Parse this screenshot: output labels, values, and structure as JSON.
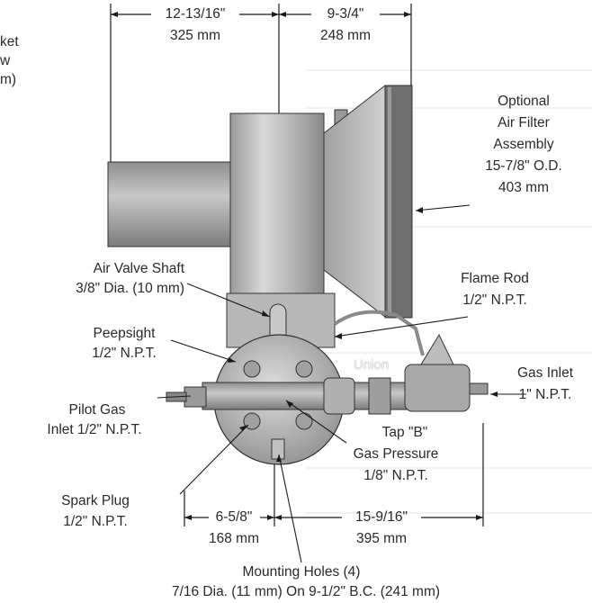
{
  "left_edge_fragment": [
    "ket",
    "w",
    "m)"
  ],
  "dimensions": {
    "top_left": {
      "imperial": "12-13/16\"",
      "metric": "325 mm"
    },
    "top_right": {
      "imperial": "9-3/4\"",
      "metric": "248 mm"
    },
    "bottom_left": {
      "imperial": "6-5/8\"",
      "metric": "168 mm"
    },
    "bottom_right": {
      "imperial": "15-9/16\"",
      "metric": "395 mm"
    }
  },
  "labels": {
    "air_filter": [
      "Optional",
      "Air Filter",
      "Assembly",
      "15-7/8\" O.D.",
      "403 mm"
    ],
    "air_valve_shaft": [
      "Air Valve Shaft",
      "3/8\" Dia. (10 mm)"
    ],
    "flame_rod": [
      "Flame Rod",
      "1/2\" N.P.T."
    ],
    "peepsight": [
      "Peepsight",
      "1/2\" N.P.T."
    ],
    "union": "Union",
    "gas_inlet": [
      "Gas Inlet",
      "1\" N.P.T."
    ],
    "pilot_gas": [
      "Pilot Gas",
      "Inlet 1/2\" N.P.T."
    ],
    "tap_b": [
      "Tap \"B\"",
      "Gas Pressure",
      "1/8\" N.P.T."
    ],
    "spark_plug": [
      "Spark Plug",
      "1/2\" N.P.T."
    ],
    "mounting_holes": [
      "Mounting Holes (4)",
      "7/16 Dia. (11 mm) On 9-1/2\" B.C. (241 mm)"
    ]
  },
  "colors": {
    "ink": "#2a2a2a",
    "line": "#1a1a1a",
    "metal_dark": "#8c8c8c",
    "metal_mid": "#b4b4b4",
    "metal_light": "#dedede",
    "ghost": "#d6d6d6"
  }
}
